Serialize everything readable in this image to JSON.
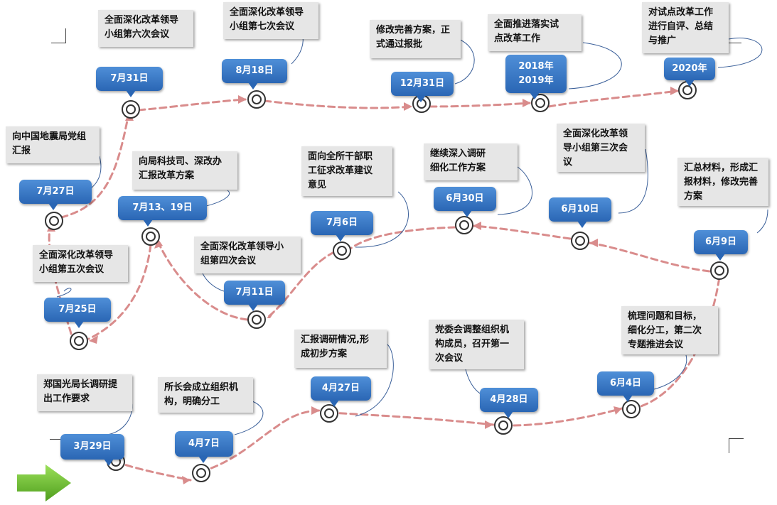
{
  "milestones": [
    {
      "id": "m1",
      "date": "3月29日",
      "note": "郑国光局长调研提\n出工作要求"
    },
    {
      "id": "m2",
      "date": "4月7日",
      "note": "所长会成立组织机\n构，明确分工"
    },
    {
      "id": "m3",
      "date": "4月27日",
      "note": "汇报调研情况,形\n成初步方案"
    },
    {
      "id": "m4",
      "date": "4月28日",
      "note": "党委会调整组织机\n构成员，召开第一\n次会议"
    },
    {
      "id": "m5",
      "date": "6月4日",
      "note": "梳理问题和目标，\n细化分工，第二次\n专题推进会议"
    },
    {
      "id": "m6",
      "date": "6月9日",
      "note": "汇总材料，形成汇\n报材料，修改完善\n方案"
    },
    {
      "id": "m7",
      "date": "6月10日",
      "note": "全面深化改革领\n导小组第三次会\n议"
    },
    {
      "id": "m8",
      "date": "6月30日",
      "note": "继续深入调研\n细化工作方案"
    },
    {
      "id": "m9",
      "date": "7月6日",
      "note": "面向全所干部职\n工征求改革建议\n意见"
    },
    {
      "id": "m10",
      "date": "7月11日",
      "note": "全面深化改革领导小\n组第四次会议"
    },
    {
      "id": "m11",
      "date": "7月13、19日",
      "note": "向局科技司、深改办\n汇报改革方案"
    },
    {
      "id": "m12",
      "date": "7月25日",
      "note": "全面深化改革领导\n小组第五次会议"
    },
    {
      "id": "m13",
      "date": "7月27日",
      "note": "向中国地震局党组\n汇报"
    },
    {
      "id": "m14",
      "date": "7月31日",
      "note": "全面深化改革领导\n小组第六次会议"
    },
    {
      "id": "m15",
      "date": "8月18日",
      "note": "全面深化改革领导\n小组第七次会议"
    },
    {
      "id": "m16",
      "date": "12月31日",
      "note": "修改完善方案，正\n式通过报批"
    },
    {
      "id": "m17",
      "date": "2018年\n2019年",
      "note": "全面推进落实试\n点改革工作"
    },
    {
      "id": "m18",
      "date": "2020年",
      "note": "对试点改革工作\n进行自评、总结\n与推广"
    }
  ],
  "colors": {
    "path": "#d98c8c",
    "bubble": "#2f6fbf",
    "note_bg": "#e6e6e6",
    "arrow": "#6cbf2a"
  },
  "icons": {
    "start": "right-arrow-icon",
    "node": "concentric-circle-icon"
  }
}
